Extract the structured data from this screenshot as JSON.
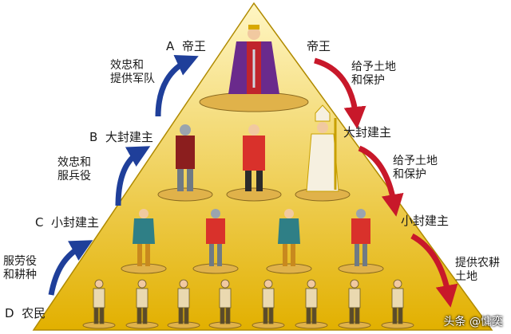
{
  "levels": [
    {
      "letter": "A",
      "name": "帝王"
    },
    {
      "letter": "B",
      "name": "大封建主"
    },
    {
      "letter": "C",
      "name": "小封建主"
    },
    {
      "letter": "D",
      "name": "农民"
    }
  ],
  "left_arrows": [
    {
      "line1": "效忠和",
      "line2": "提供军队"
    },
    {
      "line1": "效忠和",
      "line2": "服兵役"
    },
    {
      "line1": "服劳役",
      "line2": "和耕种"
    }
  ],
  "right_labels": [
    "帝王",
    "大封建主",
    "小封建主"
  ],
  "right_arrows": [
    {
      "line1": "给予土地",
      "line2": "和保护"
    },
    {
      "line1": "给予土地",
      "line2": "和保护"
    },
    {
      "line1": "提供农耕",
      "line2": "土地"
    }
  ],
  "watermark": "头条 @慵奕",
  "colors": {
    "pyramid_top": "#fff3b0",
    "pyramid_bottom": "#e8b800",
    "blue_arrow": "#1f3f9a",
    "red_arrow": "#c8182a",
    "platform": "#e0b24a"
  }
}
